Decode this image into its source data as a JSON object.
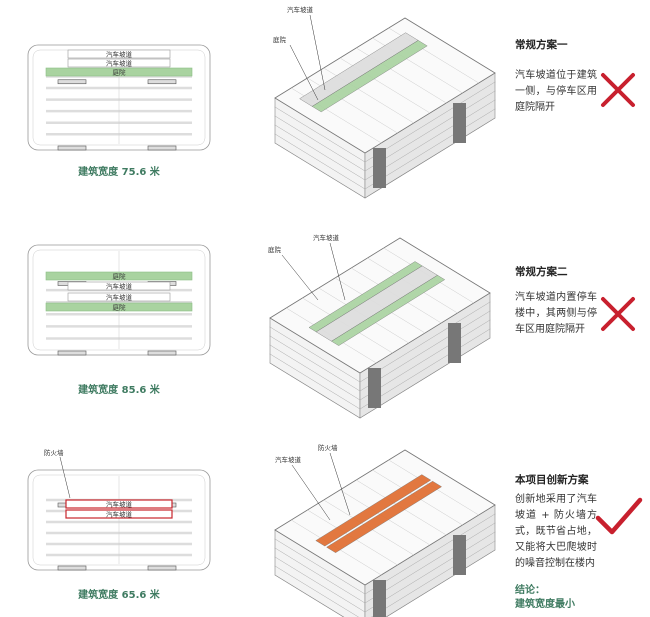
{
  "schemes": [
    {
      "title": "常规方案一",
      "description": "汽车坡道位于建筑一侧，与停车区用庭院隔开",
      "width_label": "建筑宽度 75.6 米",
      "verdict": "cross-icon",
      "plan_labels": [
        "汽车坡道",
        "汽车坡道",
        "庭院"
      ],
      "axon_labels": [
        "汽车坡道",
        "庭院"
      ]
    },
    {
      "title": "常规方案二",
      "description": "汽车坡道内置停车楼中，其两侧与停车区用庭院隔开",
      "width_label": "建筑宽度 85.6 米",
      "verdict": "cross-icon",
      "plan_labels": [
        "庭院",
        "汽车坡道",
        "汽车坡道",
        "庭院"
      ],
      "axon_labels": [
        "汽车坡道",
        "庭院"
      ]
    },
    {
      "title": "本项目创新方案",
      "description": "创新地采用了汽车坡道 + 防火墙方式，既节省占地，又能将大巴爬坡时的噪音控制在楼内",
      "width_label": "建筑宽度 65.6 米",
      "verdict": "check-icon",
      "plan_labels": [
        "防火墙",
        "汽车坡道",
        "汽车坡道"
      ],
      "axon_labels": [
        "汽车坡道",
        "防火墙"
      ],
      "conclusion": [
        "结论：",
        "建筑宽度最小"
      ]
    }
  ],
  "colors": {
    "courtyard": "#a9d3a0",
    "firewall": "#e06b2c",
    "firewall_line": "#c8242b",
    "verdict": "#c8202e",
    "accent_text": "#3f7b61"
  }
}
